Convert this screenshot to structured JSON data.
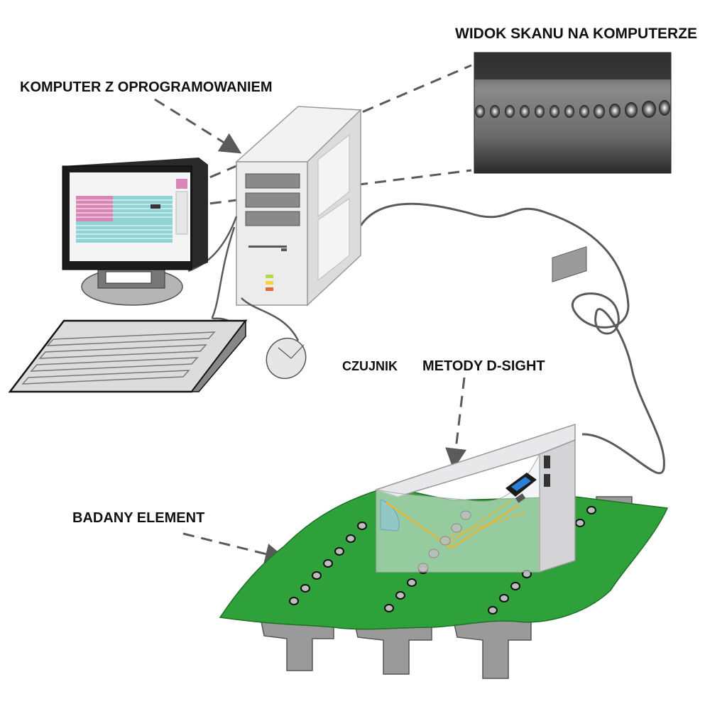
{
  "labels": {
    "computer": "KOMPUTER Z OPROGRAMOWANIEM",
    "scan_view": "WIDOK SKANU NA KOMPUTERZE",
    "sensor_prefix": "CZUJNIK",
    "sensor_method": "METODY D-SIGHT",
    "element": "BADANY ELEMENT"
  },
  "colors": {
    "panel_green": "#2fa13a",
    "panel_green_dark": "#1f6e26",
    "case_gray": "#e6e7e8",
    "monitor_dark": "#1b1b1b",
    "screen_pink": "#d986b7",
    "screen_cyan": "#8fd3d4",
    "beam_yellow": "#f2b62b",
    "line_gray": "#5a5a5a"
  },
  "icons": [
    "computer-icon",
    "monitor-icon",
    "keyboard-icon",
    "mouse-icon",
    "sensor-icon",
    "scan-image-icon"
  ]
}
